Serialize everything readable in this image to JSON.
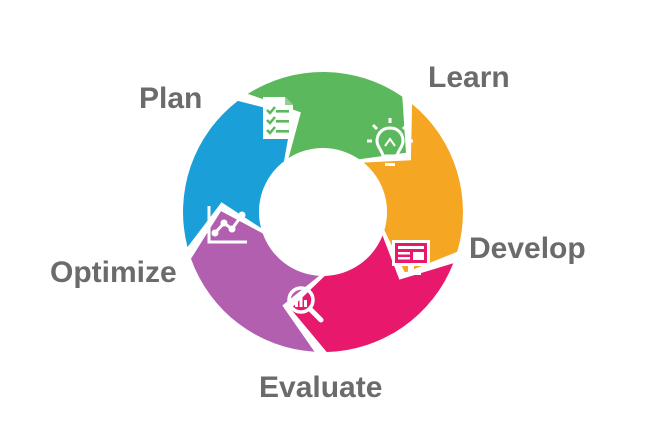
{
  "diagram": {
    "type": "cycle",
    "stages": [
      {
        "key": "plan",
        "label": "Plan",
        "color": "#5cb85c",
        "icon": "checklist-document-icon"
      },
      {
        "key": "learn",
        "label": "Learn",
        "color": "#f5a623",
        "icon": "lightbulb-icon"
      },
      {
        "key": "develop",
        "label": "Develop",
        "color": "#e8186d",
        "icon": "monitor-icon"
      },
      {
        "key": "evaluate",
        "label": "Evaluate",
        "color": "#b25fb0",
        "icon": "magnifier-chart-icon"
      },
      {
        "key": "optimize",
        "label": "Optimize",
        "color": "#1a9fd9",
        "icon": "line-chart-icon"
      }
    ],
    "label_color": "#6b6b6b",
    "hub_color": "#ffffff"
  }
}
